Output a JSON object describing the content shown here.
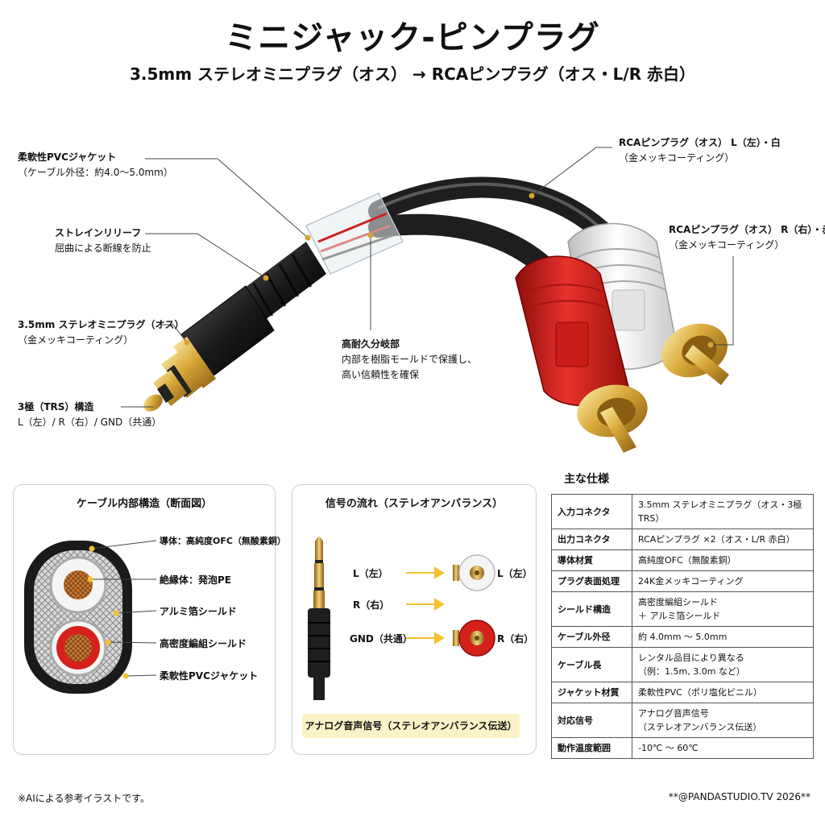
{
  "header": {
    "title": "ミニジャック-ピンプラグ",
    "subtitle": "3.5mm ステレオミニプラグ（オス） → RCAピンプラグ（オス・L/R 赤白）"
  },
  "callouts": {
    "jacket": {
      "head": "柔軟性PVCジャケット",
      "sub": "（ケーブル外径：約4.0〜5.0mm）"
    },
    "relief": {
      "head": "ストレインリリーフ",
      "sub": "屈曲による断線を防止"
    },
    "mini": {
      "head": "3.5mm ステレオミニプラグ（オス）",
      "sub": "（金メッキコーティング）"
    },
    "trs": {
      "head": "3極（TRS）構造",
      "sub": "L（左）/ R（右）/ GND（共通）"
    },
    "split": {
      "head": "高耐久分岐部",
      "sub1": "内部を樹脂モールドで保護し、",
      "sub2": "高い信頼性を確保"
    },
    "rca_l": {
      "head": "RCAピンプラグ（オス） L（左）・白",
      "sub": "（金メッキコーティング）"
    },
    "rca_r": {
      "head": "RCAピンプラグ（オス） R（右）・赤",
      "sub": "（金メッキコーティング）"
    }
  },
  "cross_section": {
    "title": "ケーブル内部構造（断面図）",
    "labels": [
      "導体：高純度OFC（無酸素銅）",
      "絶縁体：発泡PE",
      "アルミ箔シールド",
      "高密度編組シールド",
      "柔軟性PVCジャケット"
    ]
  },
  "signal_flow": {
    "title": "信号の流れ（ステレオアンバランス）",
    "in_l": "L（左）",
    "in_r": "R（右）",
    "in_gnd": "GND（共通）",
    "out_l": "L（左）",
    "out_r": "R（右）",
    "banner": "アナログ音声信号（ステレオアンバランス伝送）"
  },
  "specs": {
    "title": "主な仕様",
    "rows": [
      {
        "k": "入力コネクタ",
        "v": "3.5mm ステレオミニプラグ（オス・3極 TRS）"
      },
      {
        "k": "出力コネクタ",
        "v": "RCAピンプラグ ×2（オス・L/R 赤白）"
      },
      {
        "k": "導体材質",
        "v": "高純度OFC（無酸素銅）"
      },
      {
        "k": "プラグ表面処理",
        "v": "24K金メッキコーティング"
      },
      {
        "k": "シールド構造",
        "v": "高密度編組シールド\n＋ アルミ箔シールド"
      },
      {
        "k": "ケーブル外径",
        "v": "約 4.0mm 〜 5.0mm"
      },
      {
        "k": "ケーブル長",
        "v": "レンタル品目により異なる\n（例：1.5m, 3.0m など）"
      },
      {
        "k": "ジャケット材質",
        "v": "柔軟性PVC（ポリ塩化ビニル）"
      },
      {
        "k": "対応信号",
        "v": "アナログ音声信号\n（ステレオアンバランス伝送）"
      },
      {
        "k": "動作温度範囲",
        "v": "-10℃ 〜 60℃"
      }
    ]
  },
  "footer": {
    "note": "※AIによる参考イラストです。",
    "credit": "**@PANDASTUDIO.TV 2026**"
  },
  "colors": {
    "gold": "#d4a534",
    "cable": "#1e1e1e",
    "red_plug": "#d6201b",
    "white_plug": "#f2f2f2",
    "arrow": "#f2c230"
  }
}
